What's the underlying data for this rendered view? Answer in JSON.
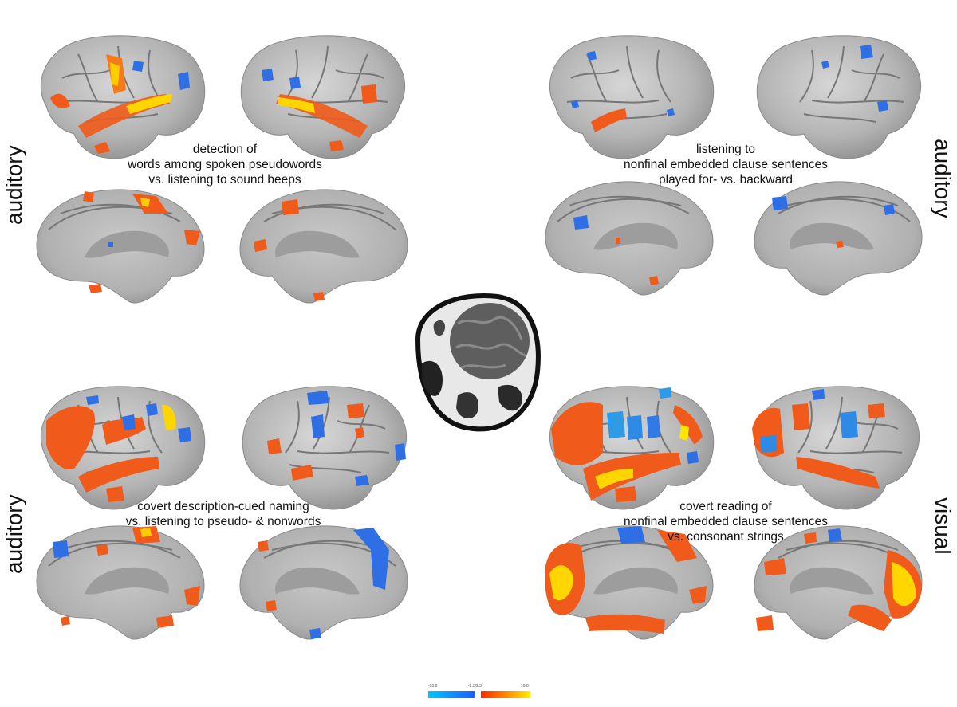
{
  "figure": {
    "panels": [
      {
        "id": "top-left",
        "modality": "auditory",
        "caption_lines": [
          "detection of",
          "words among spoken pseudowords",
          "vs. listening to sound beeps"
        ]
      },
      {
        "id": "top-right",
        "modality": "auditory",
        "caption_lines": [
          "listening to",
          "nonfinal embedded clause sentences",
          "played for- vs. backward"
        ]
      },
      {
        "id": "bottom-left",
        "modality": "auditory",
        "caption_lines": [
          "covert description-cued naming",
          "vs. listening to pseudo- & nonwords"
        ]
      },
      {
        "id": "bottom-right",
        "modality": "visual",
        "caption_lines": [
          "covert reading of",
          "nonfinal embedded clause sentences",
          "vs. consonant strings"
        ]
      }
    ],
    "colorbar": {
      "min_label": "-10.0",
      "mid_label": "-2.3/2.3",
      "max_label": "10.0",
      "neg_colors": [
        "#00bfff",
        "#1e6cff"
      ],
      "pos_colors": [
        "#ff3300",
        "#ff8800",
        "#ffee00"
      ]
    },
    "colors": {
      "brain_surface": "#b9b9b9",
      "sulcus": "#6f6f6f",
      "activation_pos": "#f05a1a",
      "activation_peak": "#ffe600",
      "activation_neg": "#2f6fe6"
    }
  }
}
